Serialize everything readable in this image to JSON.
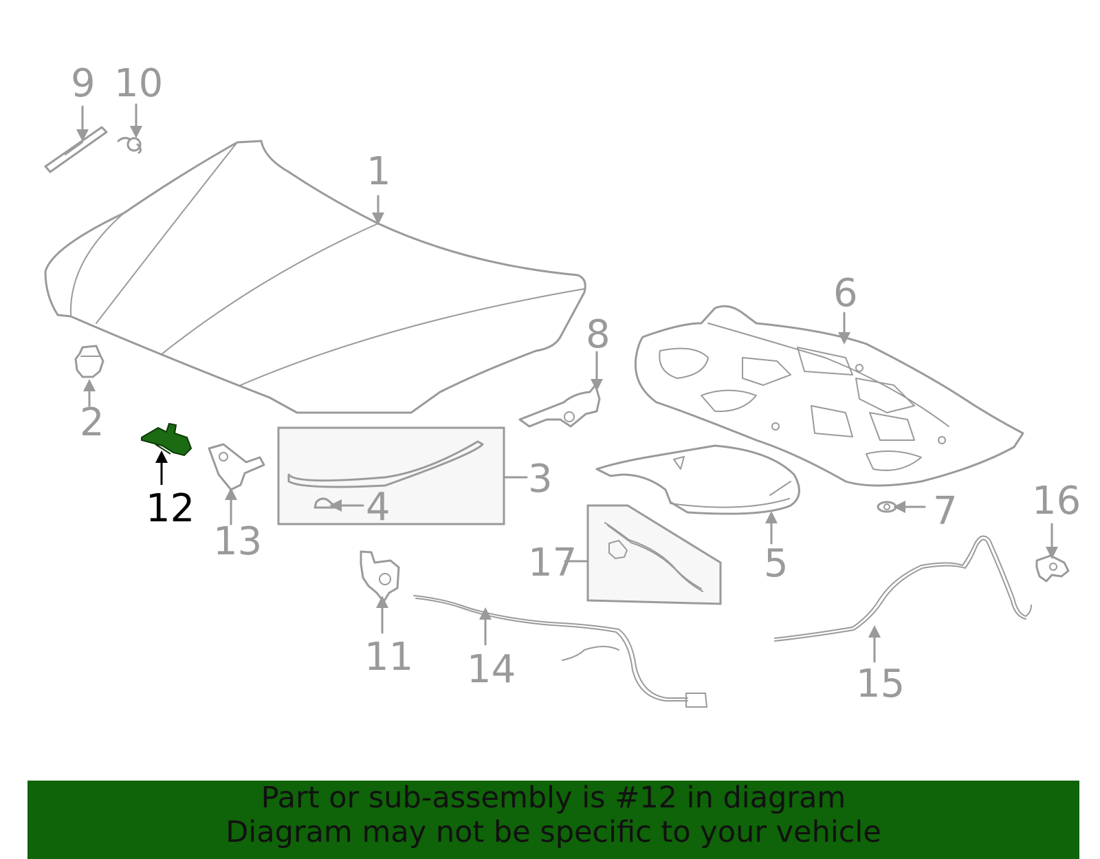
{
  "colors": {
    "line": "#9a9a9a",
    "highlight_part": "#1b6b12",
    "banner_background": "#0f6308",
    "banner_text": "#111111"
  },
  "callouts": {
    "c1": "1",
    "c2": "2",
    "c3": "3",
    "c4": "4",
    "c5": "5",
    "c6": "6",
    "c7": "7",
    "c8": "8",
    "c9": "9",
    "c10": "10",
    "c11": "11",
    "c12": "12",
    "c13": "13",
    "c14": "14",
    "c15": "15",
    "c16": "16",
    "c17": "17"
  },
  "highlighted_part": "12",
  "banner": {
    "line1": "Part or sub-assembly is #12 in diagram",
    "line2": "Diagram may not be specific to your vehicle"
  }
}
